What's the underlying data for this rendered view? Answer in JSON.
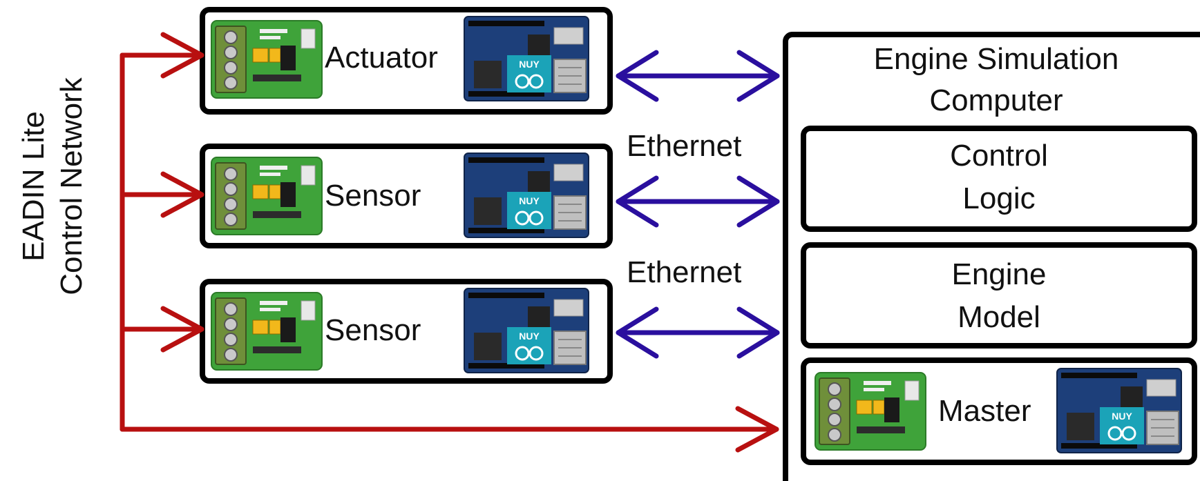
{
  "network_label": {
    "line1": "EADIN Lite",
    "line2": "Control Network"
  },
  "nodes": [
    {
      "label": "Actuator"
    },
    {
      "label": "Sensor"
    },
    {
      "label": "Sensor"
    }
  ],
  "link_labels": [
    "Ethernet",
    "Ethernet"
  ],
  "computer": {
    "title_line1": "Engine Simulation",
    "title_line2": "Computer",
    "blocks": [
      {
        "line1": "Control",
        "line2": "Logic"
      },
      {
        "line1": "Engine",
        "line2": "Model"
      }
    ],
    "master_label": "Master"
  },
  "colors": {
    "network_arrow": "#b81010",
    "ethernet_arrow": "#2a0f9e",
    "box_border": "#000000",
    "pcb_green": "#3fa33a",
    "board_blue": "#1d3f7a",
    "terminal_green": "#6f8f3a"
  },
  "icons": [
    "terminal-board-icon",
    "arduino-yun-board-icon"
  ]
}
